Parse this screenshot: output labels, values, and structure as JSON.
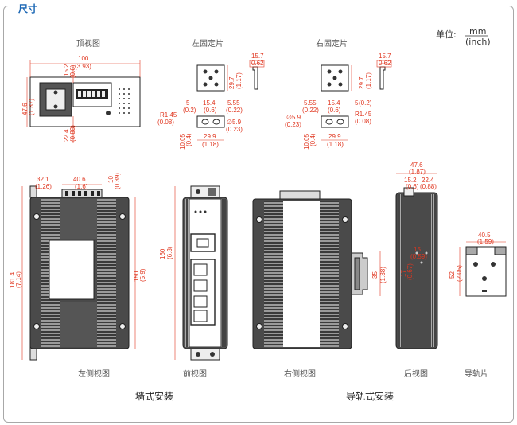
{
  "header": {
    "title": "尺寸"
  },
  "unit": {
    "label": "单位:",
    "primary": "mm",
    "secondary": "(inch)"
  },
  "views": {
    "top": "顶视图",
    "left_bracket": "左固定片",
    "right_bracket": "右固定片",
    "left_side": "左侧视图",
    "front": "前视图",
    "right_side": "右侧视图",
    "rear": "后视图",
    "rail_clip": "导轨片"
  },
  "mounting": {
    "wall": "墙式安装",
    "din_rail": "导轨式安装"
  },
  "dims": {
    "top_width": "100",
    "top_width_in": "(3.93)",
    "top_depth": "47.6",
    "top_depth_in": "(1.87)",
    "top_15_2": "15.2",
    "top_15_2_in": "(0.6)",
    "top_22_4": "22.4",
    "top_22_4_in": "(0.88)",
    "lb_15_7": "15.7",
    "lb_15_7_in": "0.62",
    "lb_29_7": "29.7",
    "lb_29_7_in": "(1.17)",
    "lb_5": "5",
    "lb_5_in": "(0.2)",
    "lb_15_4": "15.4",
    "lb_15_4_in": "(0.6)",
    "lb_5_55": "5.55",
    "lb_5_55_in": "(0.22)",
    "lb_r145": "R1.45",
    "lb_r145_in": "(0.08)",
    "lb_d59": "∅5.9",
    "lb_d59_in": "(0.23)",
    "lb_10_05": "10.05",
    "lb_10_05_in": "(0.4)",
    "lb_29_9": "29.9",
    "lb_29_9_in": "(1.18)",
    "rb_15_7": "15.7",
    "rb_15_7_in": "0.62",
    "rb_29_7": "29.7",
    "rb_29_7_in": "(1.17)",
    "rb_5_55": "5.55",
    "rb_5_55_in": "(0.22)",
    "rb_15_4": "15.4",
    "rb_15_4_in": "(0.6)",
    "rb_5": "5",
    "rb_5_in": "(0.2)",
    "rb_d59": "∅5.9",
    "rb_d59_in": "(0.23)",
    "rb_r145": "R1.45",
    "rb_r145_in": "(0.08)",
    "rb_10_05": "10.05",
    "rb_10_05_in": "(0.4)",
    "rb_29_9": "29.9",
    "rb_29_9_in": "(1.18)",
    "ls_32_1": "32.1",
    "ls_32_1_in": "(1.26)",
    "ls_40_6": "40.6",
    "ls_40_6_in": "(1.6)",
    "ls_10": "10",
    "ls_10_in": "(0.39)",
    "ls_181_4": "181.4",
    "ls_181_4_in": "(7.14)",
    "ls_150": "150",
    "ls_150_in": "(5.9)",
    "fr_160": "160",
    "fr_160_in": "(6.3)",
    "rs_35": "35",
    "rs_35_in": "(1.38)",
    "rv_47_6": "47.6",
    "rv_47_6_in": "(1.87)",
    "rv_15_2": "15.2",
    "rv_15_2_in": "(0.6)",
    "rv_22_4": "22.4",
    "rv_22_4_in": "(0.88)",
    "rv_15": "15",
    "rv_15_in": "(0.59)",
    "rv_17": "17",
    "rv_17_in": "(0.67)",
    "rc_40_5": "40.5",
    "rc_40_5_in": "(1.59)",
    "rc_52": "52",
    "rc_52_in": "(2.05)"
  }
}
